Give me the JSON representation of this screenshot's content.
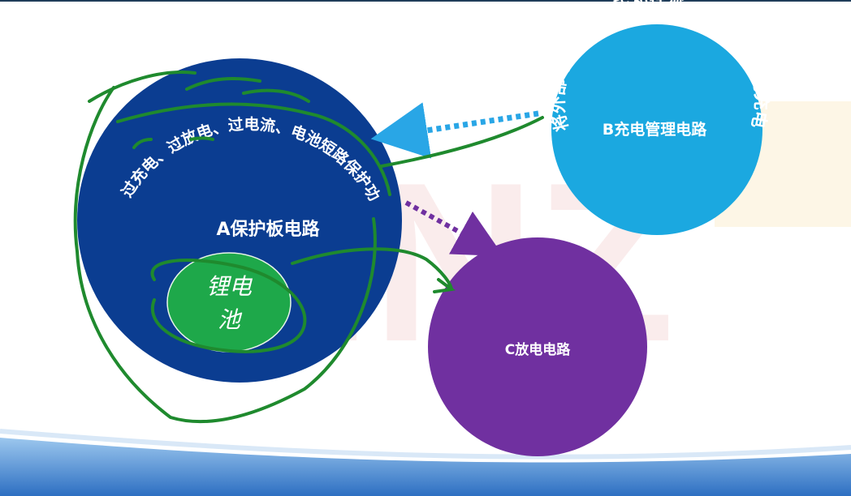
{
  "diagram": {
    "protection_circle": {
      "title": "A保护板电路",
      "functions_text": "过充电、过放电、过电流、电池短路保护功"
    },
    "charging_circle": {
      "title": "B充电管理电路",
      "arc_text": "将外部电源转换电压和控流，实现对电池的充电功能。"
    },
    "discharge_circle": {
      "title": "C放电电路"
    },
    "battery": {
      "line1": "锂电",
      "line2": "池"
    },
    "watermark": "LINZ",
    "colors": {
      "protection_fill": "#0b3d91",
      "charging_fill": "#1ba8e0",
      "discharge_fill": "#7030a0",
      "battery_fill": "#1ea84a",
      "pen_green": "#1f8a2e",
      "arrow_blue": "#29a6e6",
      "arrow_purple": "#7030a0"
    }
  }
}
